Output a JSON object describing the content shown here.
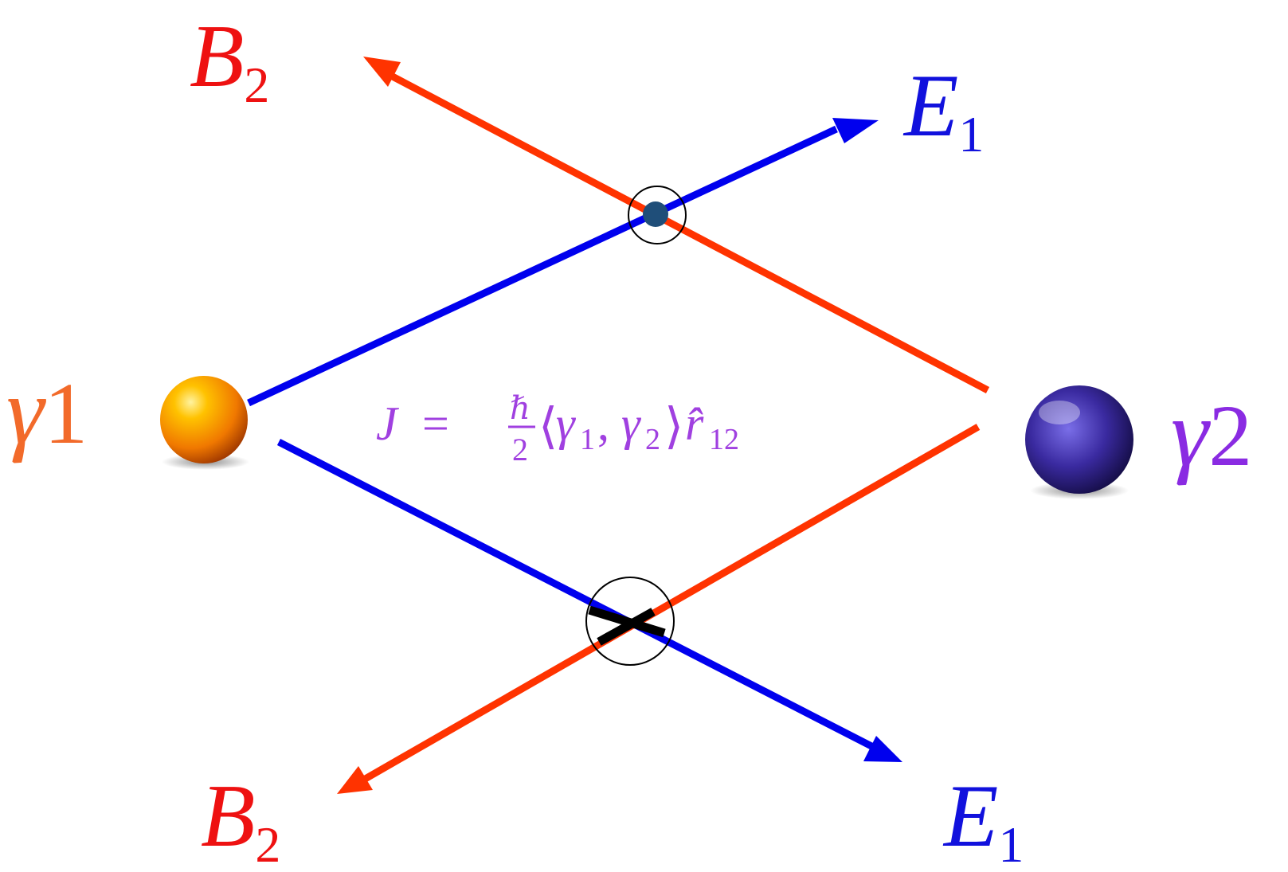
{
  "colors": {
    "electric": "#0000ee",
    "magnetic": "#ff3300",
    "label_red": "#ee1111",
    "label_blue": "#1111dd",
    "gamma1": "#f26a2a",
    "gamma2": "#8a2be2",
    "formula": "#a040e0",
    "vertex_dot": "#1f4e79"
  },
  "labels": {
    "top_left": {
      "main": "B",
      "sub": "2"
    },
    "top_right": {
      "main": "E",
      "sub": "1"
    },
    "bottom_left": {
      "main": "B",
      "sub": "2"
    },
    "bottom_right": {
      "main": "E",
      "sub": "1"
    },
    "gamma1": {
      "main": "γ",
      "sub": "1"
    },
    "gamma2": {
      "main": "γ",
      "sub": "2"
    }
  },
  "formula": {
    "lhs": "J",
    "eq": "=",
    "hbar": "ℏ",
    "denominator": "2",
    "open": "⟨",
    "g1": "γ",
    "g1sub": "1",
    "comma": ",",
    "g2": "γ",
    "g2sub": "2",
    "close": "⟩",
    "r": "r̂",
    "rsub": "12"
  },
  "particles": {
    "gamma1": "orange-sphere",
    "gamma2": "purple-sphere"
  }
}
